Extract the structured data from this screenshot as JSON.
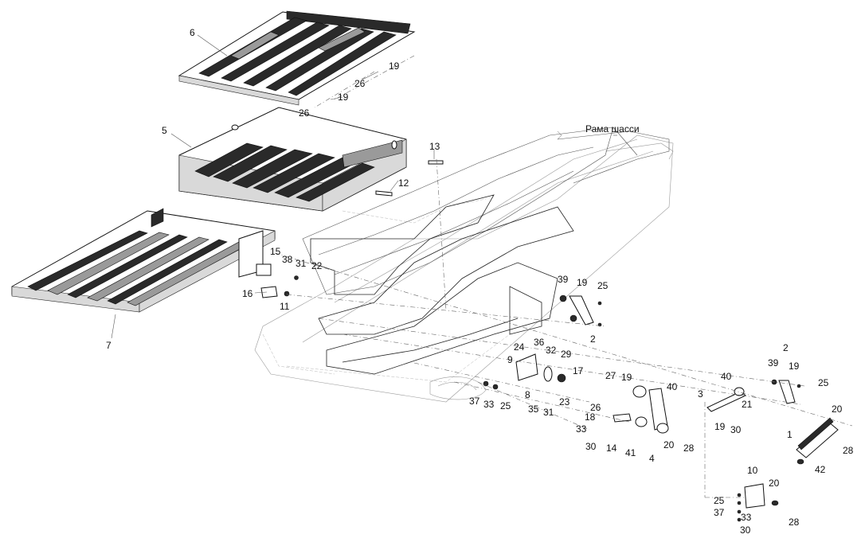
{
  "frame_label": "Рама шасси",
  "callouts": [
    {
      "id": "c6",
      "text": "6"
    },
    {
      "id": "c19a",
      "text": "19"
    },
    {
      "id": "c26a",
      "text": "26"
    },
    {
      "id": "c19b",
      "text": "19"
    },
    {
      "id": "c26b",
      "text": "26"
    },
    {
      "id": "c5",
      "text": "5"
    },
    {
      "id": "c13",
      "text": "13"
    },
    {
      "id": "c12",
      "text": "12"
    },
    {
      "id": "c15",
      "text": "15"
    },
    {
      "id": "c38",
      "text": "38"
    },
    {
      "id": "c31a",
      "text": "31"
    },
    {
      "id": "c22",
      "text": "22"
    },
    {
      "id": "c16",
      "text": "16"
    },
    {
      "id": "c11",
      "text": "11"
    },
    {
      "id": "c7",
      "text": "7"
    },
    {
      "id": "c39a",
      "text": "39"
    },
    {
      "id": "c19c",
      "text": "19"
    },
    {
      "id": "c25a",
      "text": "25"
    },
    {
      "id": "c2a",
      "text": "2"
    },
    {
      "id": "c24",
      "text": "24"
    },
    {
      "id": "c36",
      "text": "36"
    },
    {
      "id": "c32",
      "text": "32"
    },
    {
      "id": "c29",
      "text": "29"
    },
    {
      "id": "c9",
      "text": "9"
    },
    {
      "id": "c17",
      "text": "17"
    },
    {
      "id": "c27",
      "text": "27"
    },
    {
      "id": "c19d",
      "text": "19"
    },
    {
      "id": "c40a",
      "text": "40"
    },
    {
      "id": "c40b",
      "text": "40"
    },
    {
      "id": "c2b",
      "text": "2"
    },
    {
      "id": "c39b",
      "text": "39"
    },
    {
      "id": "c19e",
      "text": "19"
    },
    {
      "id": "c25b",
      "text": "25"
    },
    {
      "id": "c37a",
      "text": "37"
    },
    {
      "id": "c33a",
      "text": "33"
    },
    {
      "id": "c25c",
      "text": "25"
    },
    {
      "id": "c8",
      "text": "8"
    },
    {
      "id": "c35",
      "text": "35"
    },
    {
      "id": "c31b",
      "text": "31"
    },
    {
      "id": "c23",
      "text": "23"
    },
    {
      "id": "c26c",
      "text": "26"
    },
    {
      "id": "c18",
      "text": "18"
    },
    {
      "id": "c33b",
      "text": "33"
    },
    {
      "id": "c30a",
      "text": "30"
    },
    {
      "id": "c14",
      "text": "14"
    },
    {
      "id": "c41",
      "text": "41"
    },
    {
      "id": "c4",
      "text": "4"
    },
    {
      "id": "c20a",
      "text": "20"
    },
    {
      "id": "c28a",
      "text": "28"
    },
    {
      "id": "c3",
      "text": "3"
    },
    {
      "id": "c21",
      "text": "21"
    },
    {
      "id": "c19f",
      "text": "19"
    },
    {
      "id": "c30b",
      "text": "30"
    },
    {
      "id": "c20b",
      "text": "20"
    },
    {
      "id": "c1",
      "text": "1"
    },
    {
      "id": "c28b",
      "text": "28"
    },
    {
      "id": "c42",
      "text": "42"
    },
    {
      "id": "c10",
      "text": "10"
    },
    {
      "id": "c20c",
      "text": "20"
    },
    {
      "id": "c25d",
      "text": "25"
    },
    {
      "id": "c37b",
      "text": "37"
    },
    {
      "id": "c33c",
      "text": "33"
    },
    {
      "id": "c30c",
      "text": "30"
    },
    {
      "id": "c28c",
      "text": "28"
    }
  ]
}
